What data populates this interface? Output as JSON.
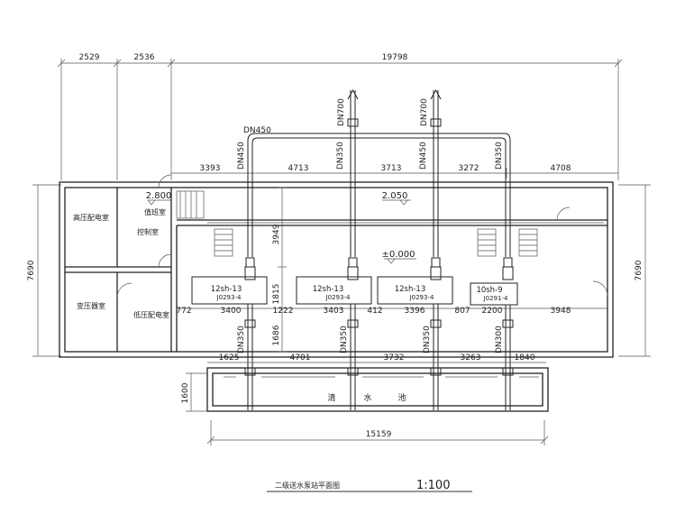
{
  "drawing": {
    "title": "二级送水泵站平面图",
    "scale": "1:100"
  },
  "dimensions": {
    "top_left": "2529",
    "top_mid": "2536",
    "top_total": "19798",
    "upper_row": [
      "3393",
      "4713",
      "3713",
      "3272",
      "4708"
    ],
    "left_height": "7690",
    "right_height": "7690",
    "inner_vertical_a": "3949",
    "inner_vertical_b": "1815",
    "inner_vertical_c": "1686",
    "pump_row": [
      "772",
      "3400",
      "1222",
      "3403",
      "412",
      "3396",
      "807",
      "2200",
      "3948"
    ],
    "lower_row": [
      "1625",
      "4701",
      "3732",
      "3263",
      "1840"
    ],
    "tank_depth": "1600",
    "tank_width": "15159"
  },
  "elevations": {
    "stair_level": "2.800",
    "mid_level": "2.050",
    "floor_level": "±0.000"
  },
  "rooms": {
    "high_voltage": "高压配电室",
    "duty_room": "值班室",
    "control_room": "控制室",
    "transformer": "变压器室",
    "low_voltage": "低压配电室",
    "clear_water_tank": [
      "清",
      "水",
      "池"
    ]
  },
  "pipes": {
    "outlet": "DN700",
    "header": "DN450",
    "riser_450": "DN450",
    "riser_350": "DN350",
    "suction_350": "DN350",
    "suction_300": "DN300"
  },
  "pumps": [
    {
      "model": "12sh-13",
      "base": "J0293-4"
    },
    {
      "model": "12sh-13",
      "base": "J0293-4"
    },
    {
      "model": "12sh-13",
      "base": "J0293-4"
    },
    {
      "model": "10sh-9",
      "base": "J0291-4"
    }
  ]
}
